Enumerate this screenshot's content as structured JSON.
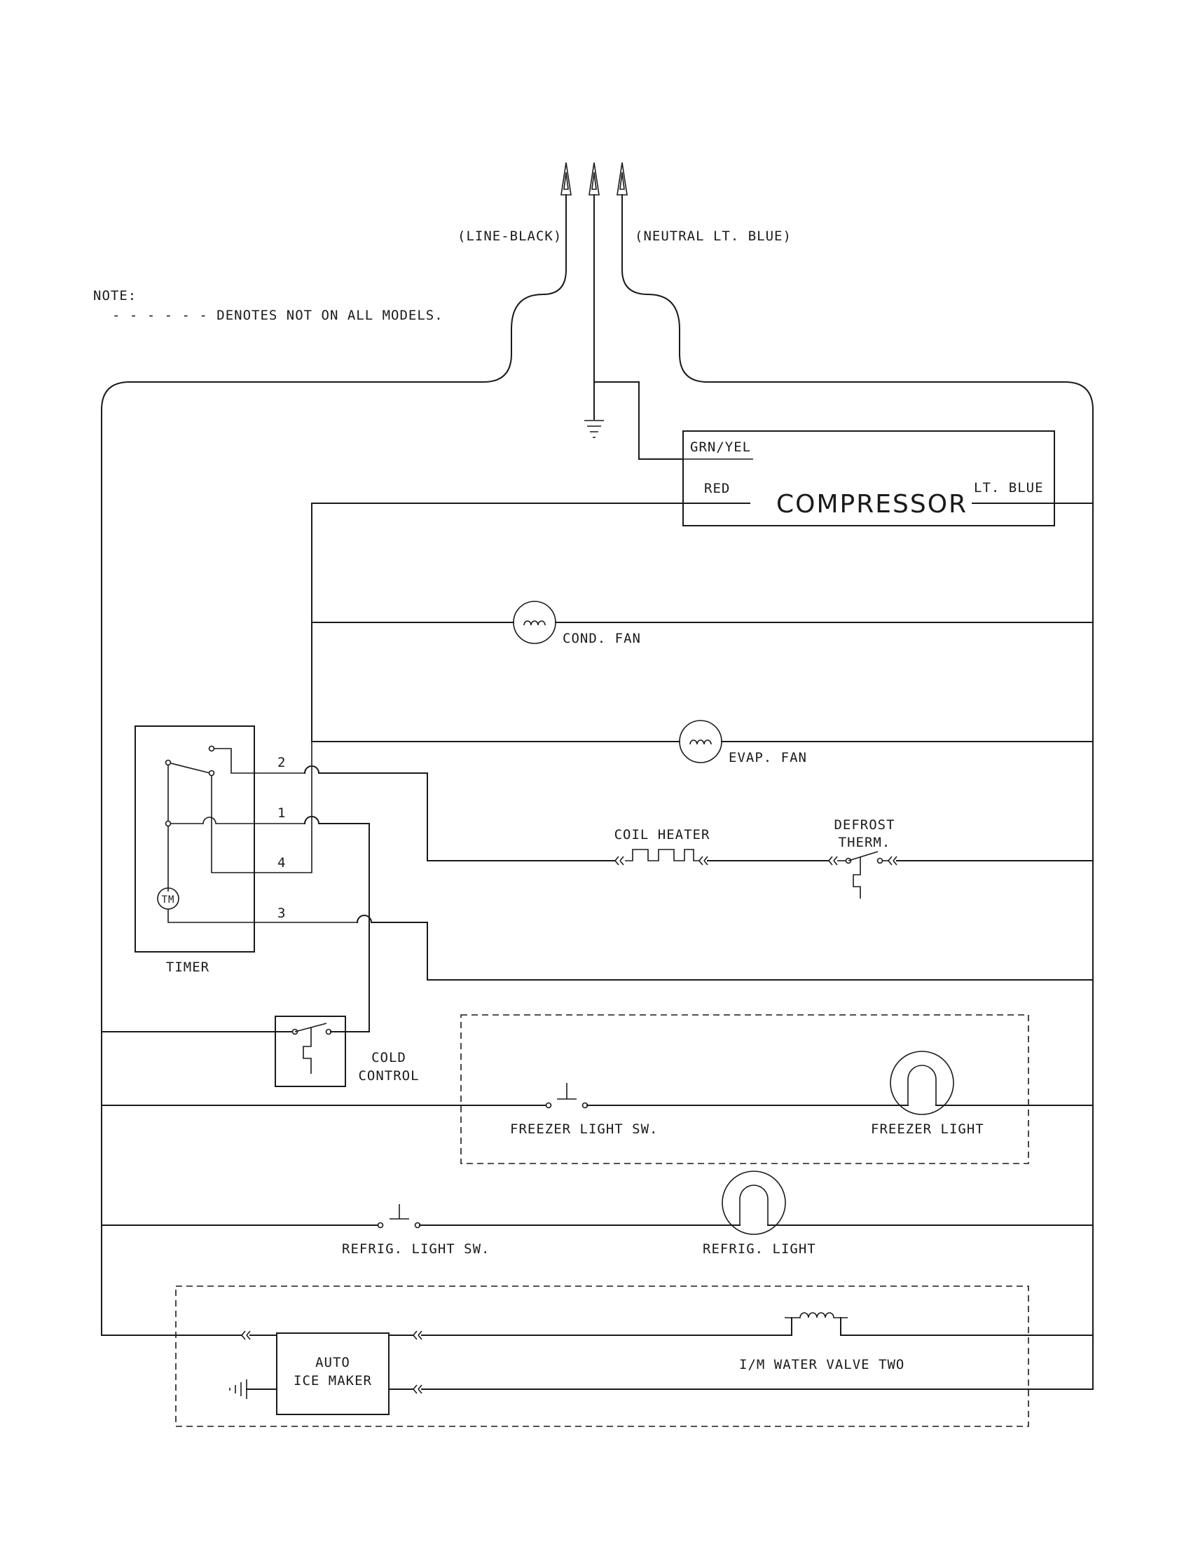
{
  "note": {
    "heading": "NOTE:",
    "legend": "- - - - - -  DENOTES NOT ON ALL MODELS."
  },
  "supply": {
    "line": "(LINE-BLACK)",
    "neutral": "(NEUTRAL LT. BLUE)"
  },
  "compressor": {
    "title": "COMPRESSOR",
    "ground_terminal": "GRN/YEL",
    "red_terminal": "RED",
    "blue_terminal": "LT. BLUE"
  },
  "components": {
    "cond_fan": "COND. FAN",
    "evap_fan": "EVAP. FAN",
    "coil_heater": "COIL HEATER",
    "defrost_therm_1": "DEFROST",
    "defrost_therm_2": "THERM.",
    "cold_control_1": "COLD",
    "cold_control_2": "CONTROL",
    "freezer_light_sw": "FREEZER LIGHT SW.",
    "freezer_light": "FREEZER LIGHT",
    "refrig_light_sw": "REFRIG. LIGHT SW.",
    "refrig_light": "REFRIG. LIGHT",
    "ice_maker_1": "AUTO",
    "ice_maker_2": "ICE MAKER",
    "water_valve": "I/M WATER VALVE TWO"
  },
  "timer": {
    "label": "TIMER",
    "motor": "TM",
    "terminal_1": "1",
    "terminal_2": "2",
    "terminal_3": "3",
    "terminal_4": "4"
  }
}
